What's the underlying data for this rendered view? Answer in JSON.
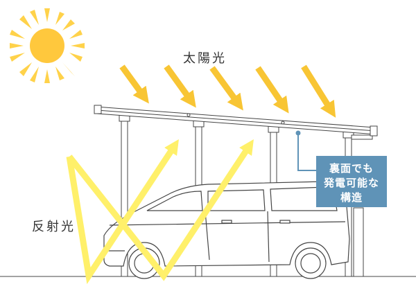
{
  "labels": {
    "sunlight": "太陽光",
    "reflected": "反射光"
  },
  "callout": {
    "line1": "裏面でも",
    "line2": "発電可能な",
    "line3": "構造"
  },
  "colors": {
    "sun": "#FFC83D",
    "sun_rays": "#FFD24A",
    "incoming_arrows": "#F8C534",
    "reflected_arrows": "#FFF06A",
    "callout_bg": "#5F93B7",
    "line_art": "#444444"
  }
}
